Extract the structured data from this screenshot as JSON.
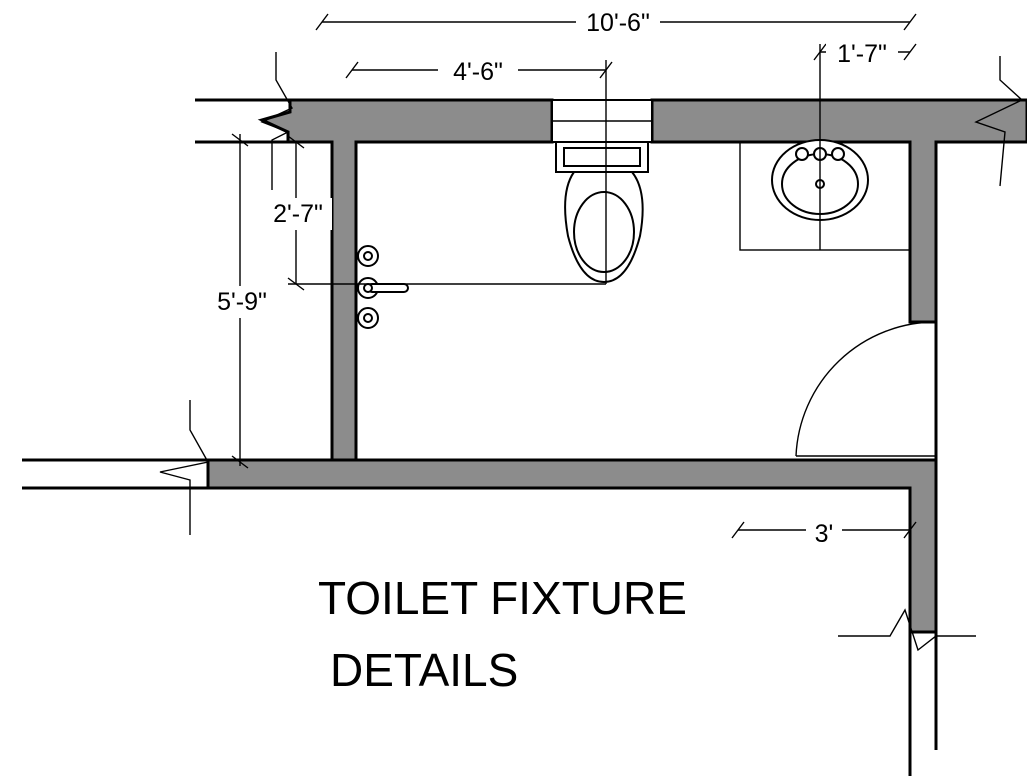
{
  "title": {
    "line1": "TOILET FIXTURE",
    "line2": "DETAILS"
  },
  "dimensions": {
    "overall_width": "10'-6\"",
    "toilet_offset": "4'-6\"",
    "sink_offset": "1'-7\"",
    "toilet_height": "2'-7\"",
    "room_depth": "5'-9\"",
    "door_offset": "3'"
  },
  "colors": {
    "wall_fill": "#8c8c8c",
    "line": "#000000",
    "background": "#ffffff"
  }
}
